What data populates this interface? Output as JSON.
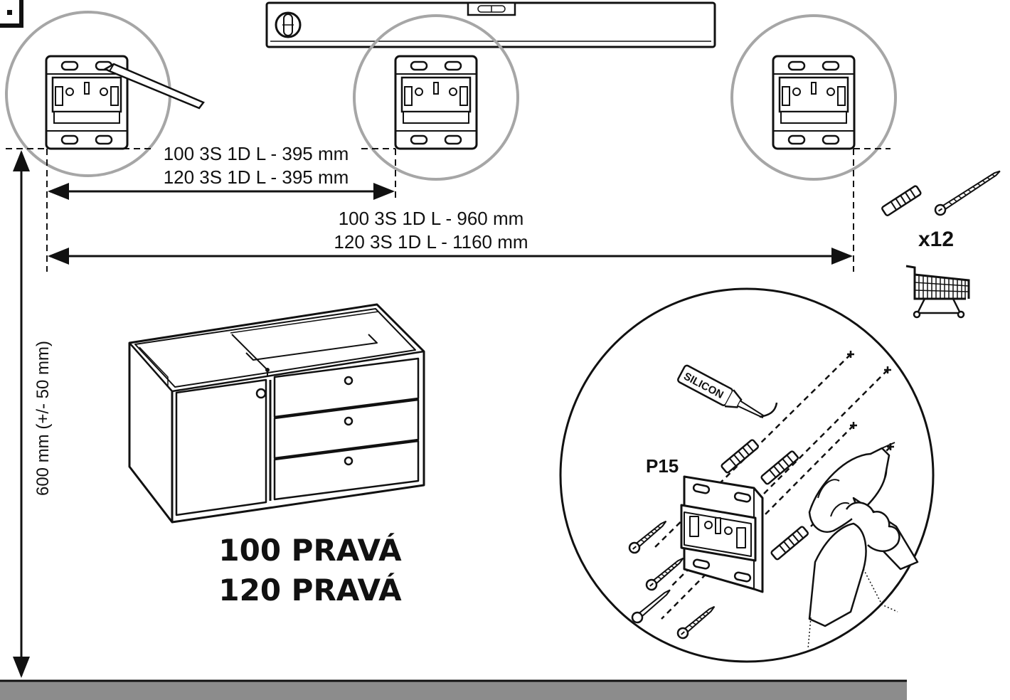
{
  "dimensions": {
    "short_span": [
      "100 3S 1D L - 395 mm",
      "120 3S 1D L - 395 mm"
    ],
    "long_span": [
      "100 3S 1D L - 960 mm",
      "120 3S 1D L - 1160 mm"
    ],
    "height": "600 mm (+/- 50 mm)"
  },
  "hardware": {
    "quantity": "x12",
    "part_label": "P15",
    "sealant_label": "SILICON"
  },
  "model_titles": [
    "100 PRAVÁ",
    "120 PRAVÁ"
  ],
  "colors": {
    "ink": "#111111",
    "callout_circle": "#a6a6a6",
    "floor": "#8c8c8c"
  },
  "icons": [
    "level-icon",
    "wall-bracket-icon",
    "pencil-icon",
    "wall-plug-icon",
    "screw-icon",
    "shopping-cart-icon",
    "drill-icon",
    "silicon-tube-icon",
    "cabinet-icon"
  ]
}
